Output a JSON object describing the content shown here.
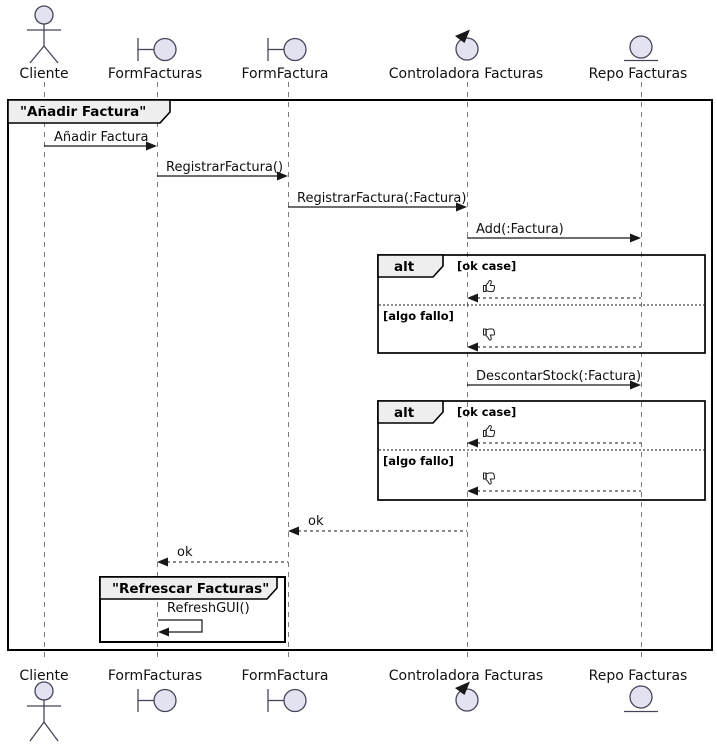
{
  "diagram_type": "uml-sequence",
  "colors": {
    "participant_fill": "#E2E2F0",
    "shape_stroke": "#45455a",
    "frame_border": "#000000",
    "frame_header_fill": "#EEEEEE",
    "message_color": "#181818",
    "lifeline_color": "#7a7a7a"
  },
  "participants": [
    {
      "name": "Cliente",
      "icon": "actor-icon"
    },
    {
      "name": "FormFacturas",
      "icon": "boundary-icon"
    },
    {
      "name": "FormFactura",
      "icon": "boundary-icon"
    },
    {
      "name": "Controladora Facturas",
      "icon": "control-icon"
    },
    {
      "name": "Repo Facturas",
      "icon": "entity-icon"
    }
  ],
  "main_frame": {
    "title": "\"Añadir Factura\""
  },
  "refresh_frame": {
    "title": "\"Refrescar Facturas\""
  },
  "messages": {
    "anadir_factura": "Añadir Factura",
    "registrar_factura": "RegistrarFactura()",
    "registrar_factura_param": "RegistrarFactura(:Factura)",
    "add_factura": "Add(:Factura)",
    "descontar_stock": "DescontarStock(:Factura)",
    "ok_to_formfactura": "ok",
    "ok_to_formfacturas": "ok",
    "refresh_gui": "RefreshGUI()"
  },
  "alt_fragments": [
    {
      "operator": "alt",
      "guards": [
        "[ok case]",
        "[algo fallo]"
      ],
      "responses": [
        "thumbs-up-icon",
        "thumbs-down-icon"
      ]
    },
    {
      "operator": "alt",
      "guards": [
        "[ok case]",
        "[algo fallo]"
      ],
      "responses": [
        "thumbs-up-icon",
        "thumbs-down-icon"
      ]
    }
  ]
}
